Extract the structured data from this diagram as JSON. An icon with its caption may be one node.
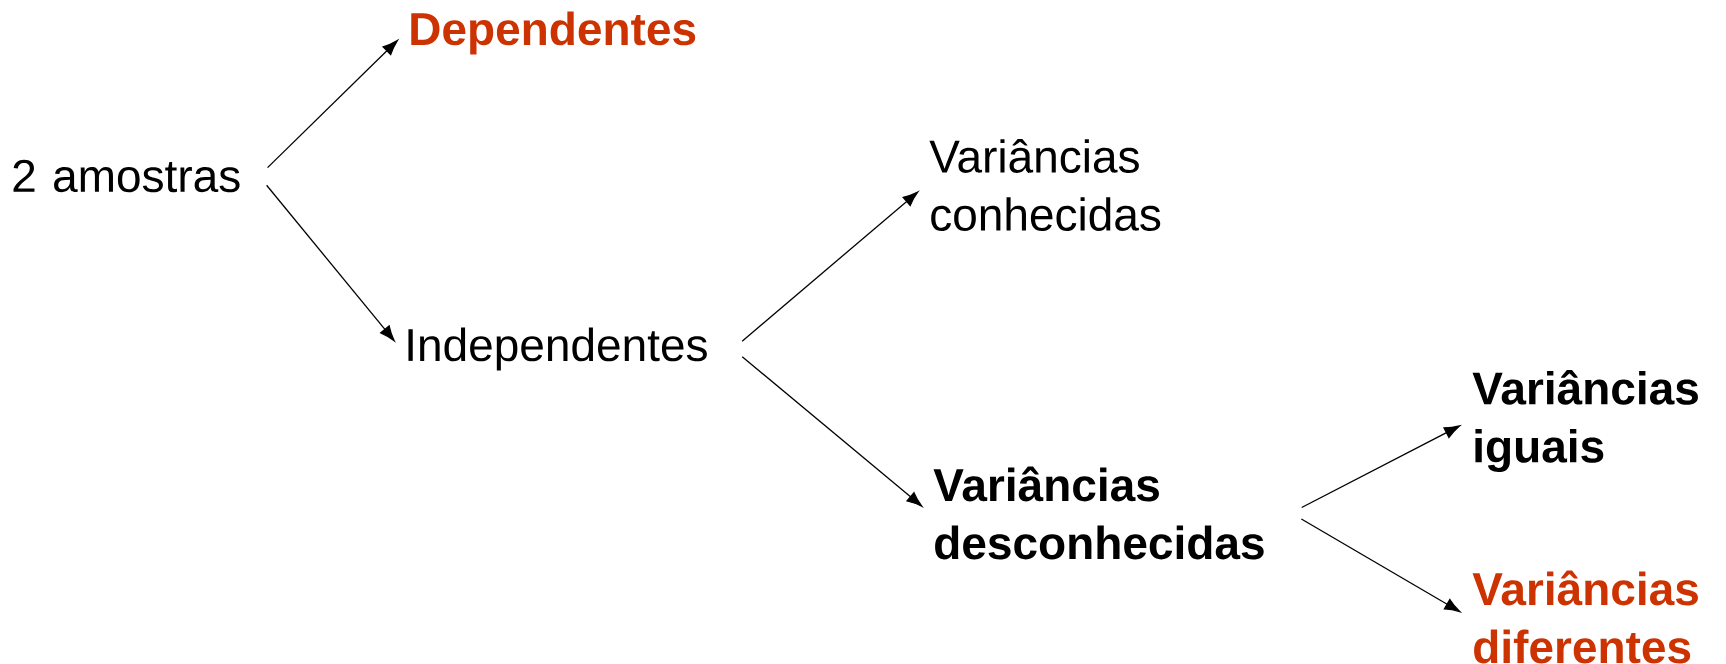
{
  "diagram": {
    "nodes": [
      {
        "text": [
          "2 amostras"
        ]
      },
      {
        "text": [
          "Dependentes"
        ]
      },
      {
        "text": [
          "Independentes"
        ]
      },
      {
        "text": [
          "Variâncias conhecidas"
        ]
      },
      {
        "text": [
          "Variâncias desconhecidas"
        ]
      },
      {
        "text": [
          "Variâncias iguais"
        ]
      },
      {
        "text": [
          "Variâncias diferentes"
        ]
      }
    ],
    "edges": [
      {
        "from": 0,
        "to": 1,
        "arrow": "to"
      },
      {
        "from": 0,
        "to": 2,
        "arrow": "to"
      },
      {
        "from": 2,
        "to": 3,
        "arrow": "to"
      },
      {
        "from": 2,
        "to": 4,
        "arrow": "to"
      },
      {
        "from": 4,
        "to": 5,
        "arrow": "to"
      },
      {
        "from": 4,
        "to": 6,
        "arrow": "to"
      }
    ]
  }
}
